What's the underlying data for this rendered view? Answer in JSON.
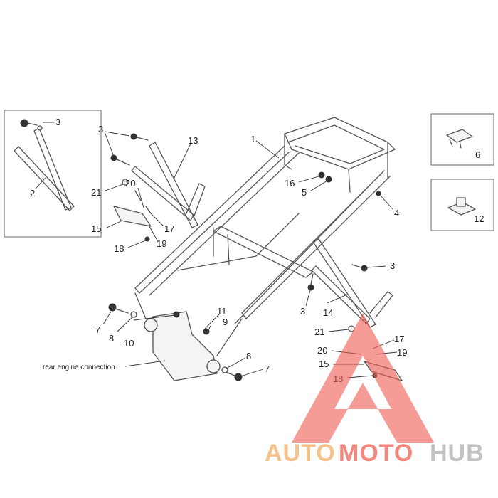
{
  "diagram": {
    "callouts": {
      "c1": "1",
      "c2": "2",
      "c3a": "3",
      "c3b": "3",
      "c3c": "3",
      "c3d": "3",
      "c4": "4",
      "c5": "5",
      "c6": "6",
      "c7a": "7",
      "c7b": "7",
      "c8a": "8",
      "c8b": "8",
      "c9": "9",
      "c10": "10",
      "c11": "11",
      "c12": "12",
      "c13": "13",
      "c14": "14",
      "c15a": "15",
      "c15b": "15",
      "c16": "16",
      "c17a": "17",
      "c17b": "17",
      "c18a": "18",
      "c18b": "18",
      "c19a": "19",
      "c19b": "19",
      "c20a": "20",
      "c20b": "20",
      "c21a": "21",
      "c21b": "21"
    },
    "annotation": "rear engine connection"
  },
  "watermark": {
    "part1": "AUTO",
    "part2": "MOTO",
    "part3": "HUB",
    "colors": {
      "auto": "#f5b878",
      "moto": "#f0736a",
      "hub": "#b8b8b8",
      "triangle": "#ef5a50"
    }
  }
}
